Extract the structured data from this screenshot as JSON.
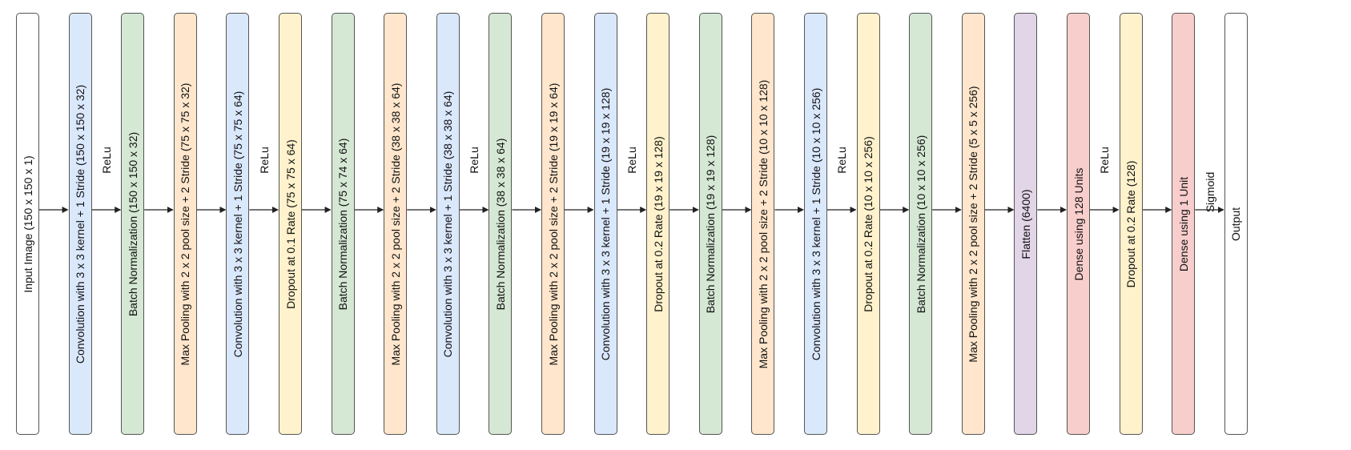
{
  "colors": {
    "input": "#ffffff",
    "convolution": "#dae8fc",
    "batchnorm": "#d5e8d4",
    "pooling": "#ffe6cc",
    "dropout": "#fff2cc",
    "flatten": "#e1d5e7",
    "dense": "#f8cecc",
    "output": "#ffffff",
    "border": "#555555",
    "arrow": "#222222"
  },
  "layers": [
    {
      "label": "Input Image (150 x 150 x 1)",
      "kind": "input"
    },
    {
      "label": "Convolution with 3 x 3 kernel + 1 Stride (150 x 150 x 32)",
      "kind": "convolution"
    },
    {
      "label": "Batch Normalization (150 x 150 x 32)",
      "kind": "batchnorm"
    },
    {
      "label": "Max Pooling with 2 x 2 pool size + 2 Stride (75 x 75 x 32)",
      "kind": "pooling"
    },
    {
      "label": "Convolution with 3 x 3 kernel + 1 Stride (75 x 75 x 64)",
      "kind": "convolution"
    },
    {
      "label": "Dropout at 0.1 Rate (75 x 75 x 64)",
      "kind": "dropout"
    },
    {
      "label": "Batch Normalization (75 x 74 x 64)",
      "kind": "batchnorm"
    },
    {
      "label": "Max Pooling with 2 x 2 pool size + 2 Stride (38 x 38 x 64)",
      "kind": "pooling"
    },
    {
      "label": "Convolution with 3 x 3 kernel + 1 Stride (38 x 38 x 64)",
      "kind": "convolution"
    },
    {
      "label": "Batch Normalization (38 x 38 x 64)",
      "kind": "batchnorm"
    },
    {
      "label": "Max Pooling with 2 x 2 pool size + 2 Stride (19 x 19 x 64)",
      "kind": "pooling"
    },
    {
      "label": "Convolution with 3 x 3 kernel + 1 Stride (19 x 19 x 128)",
      "kind": "convolution"
    },
    {
      "label": "Dropout at 0.2 Rate (19 x 19 x 128)",
      "kind": "dropout"
    },
    {
      "label": "Batch Normalization (19 x 19 x 128)",
      "kind": "batchnorm"
    },
    {
      "label": "Max Pooling with 2 x 2 pool size + 2 Stride (10 x 10 x 128)",
      "kind": "pooling"
    },
    {
      "label": "Convolution with 3 x 3 kernel + 1 Stride (10 x 10 x 256)",
      "kind": "convolution"
    },
    {
      "label": "Dropout at 0.2 Rate (10 x 10 x 256)",
      "kind": "dropout"
    },
    {
      "label": "Batch Normalization (10 x 10 x 256)",
      "kind": "batchnorm"
    },
    {
      "label": "Max Pooling with 2 x 2 pool size + 2 Stride (5 x 5 x 256)",
      "kind": "pooling"
    },
    {
      "label": "Flatten (6400)",
      "kind": "flatten"
    },
    {
      "label": "Dense using 128 Units",
      "kind": "dense"
    },
    {
      "label": "Dropout at 0.2 Rate (128)",
      "kind": "dropout"
    },
    {
      "label": "Dense using 1 Unit",
      "kind": "dense"
    },
    {
      "label": "Output",
      "kind": "output"
    }
  ],
  "activations": [
    {
      "label": "ReLu",
      "after_layer": 1
    },
    {
      "label": "ReLu",
      "after_layer": 4
    },
    {
      "label": "ReLu",
      "after_layer": 8
    },
    {
      "label": "ReLu",
      "after_layer": 11
    },
    {
      "label": "ReLu",
      "after_layer": 15
    },
    {
      "label": "ReLu",
      "after_layer": 20
    },
    {
      "label": "Sigmoid",
      "after_layer": 22
    }
  ]
}
